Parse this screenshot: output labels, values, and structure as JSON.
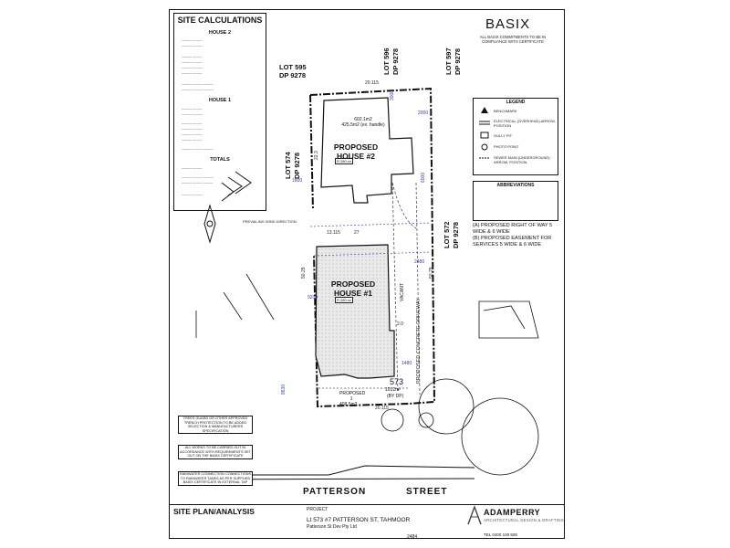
{
  "site_calculations": {
    "title": "SITE CALCULATIONS",
    "house2_heading": "HOUSE 2",
    "house1_heading": "HOUSE 1",
    "totals_heading": "TOTALS"
  },
  "basix": {
    "title": "BASIX",
    "subtitle": "ALL BASIX COMMITMENTS TO BE IN COMPLIANCE WITH CERTIFICATE"
  },
  "lots": {
    "lot595": "LOT 595",
    "dp595": "DP 9278",
    "lot596": "LOT 596",
    "dp596": "DP 9278",
    "lot597": "LOT 597",
    "dp597": "DP 9278",
    "lot574": "LOT 574",
    "dp574": "DP 9278",
    "lot572": "LOT 572",
    "dp572": "DP 9278"
  },
  "houses": {
    "house2_label": "PROPOSED HOUSE #2",
    "house2_area1": "602.1m2",
    "house2_area2": "425.5m2 (ex. handle)",
    "house1_label": "PROPOSED HOUSE #1",
    "proposed_label": "PROPOSED",
    "proposed_lot": "1",
    "proposed_area": "408.5m2",
    "lot_number": "573",
    "lot_area": "1012m²",
    "lot_by": "(BY DP)"
  },
  "dimensions": {
    "top_width": "20.115",
    "side_depth": "22.3",
    "mid_width": "13.115",
    "mid_width_b": "27",
    "lower_width": "20.115",
    "d1": "3000",
    "d2": "2000",
    "d3": "1800",
    "d4": "2480",
    "d5": "9200",
    "d6": "1480",
    "d7": "8630",
    "d8": "2.0",
    "side_right": "50.29",
    "side_left": "50.29",
    "d9": "6000"
  },
  "driveway": {
    "label": "PROPOSED CONCRETE DRIVEWAY"
  },
  "legend": {
    "title": "LEGEND",
    "items": [
      "BENCHMARK",
      "ELECTRICAL (OVERHEAD) ARROW, POSITION",
      "GULLY PIT",
      "PHOTO POINT",
      "SEWER MAIN (UNDERGROUND) ARROW, POSITION"
    ]
  },
  "abbreviations": {
    "title": "ABBREVIATIONS"
  },
  "right_of_way": {
    "line_a": "(A) PROPOSED RIGHT OF WAY 5 WIDE & 6 WIDE",
    "line_b": "(B) PROPOSED EASEMENT FOR SERVICES 5 WIDE & 6 WIDE"
  },
  "notes": {
    "tree_guard": "TREES GUARD OR OTHER APPROVED TRENCH PROTECTION TO BE ADDED SELECTION & MANUFACTURERS SPECIFICATION",
    "basix_works": "ALL WORKS TO BE CARRIED OUT IN ACCORDANCE WITH REQUIREMENTS SET OUT ON THE BASIX CERTIFICATE",
    "rainwater": "RAINWATER CONNECTION CONNECTIONS TO RAINWATER TANKS AS PER SUPPLIED BASIX CERTIFICATE IN EXTERNAL TAP",
    "wind": "PREVAILING WIND DIRECTION",
    "vacant": "VACANT"
  },
  "street": {
    "left": "PATTERSON",
    "right": "STREET"
  },
  "title_block": {
    "drawing": "SITE PLAN/ANALYSIS",
    "project_label": "PROJECT",
    "project": "Lt 573 #7 PATTERSON ST, TAHMOOR",
    "client": "Patterson St Dev Pty Ltd",
    "firm": "ADAMPERRY",
    "firm_sub": "ARCHITECTURAL DESIGN & DRAFTING",
    "project_no": "2484",
    "phone": "TEL 0400 100 508"
  }
}
